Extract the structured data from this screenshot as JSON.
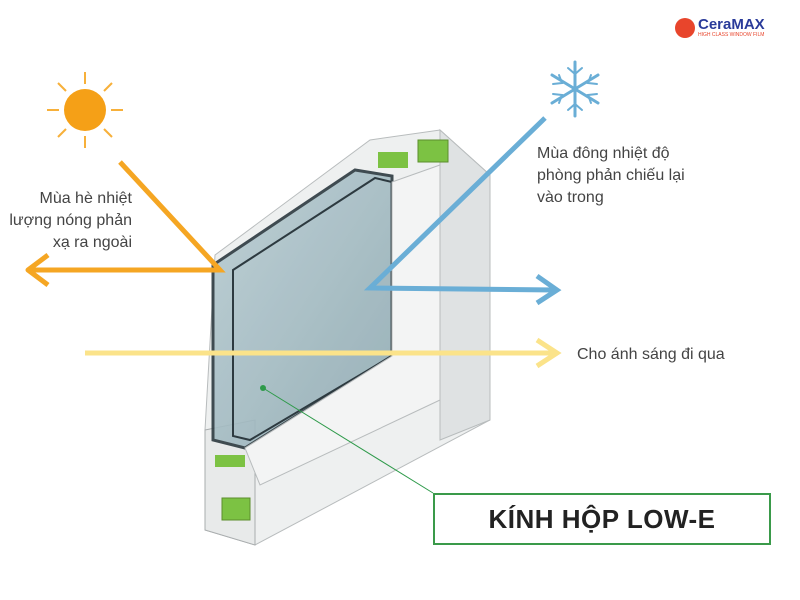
{
  "brand": {
    "name": "CeraMAX",
    "tagline": "HIGH CLASS WINDOW FILM",
    "colors": {
      "red": "#e8452c",
      "blue": "#2a3b9a"
    }
  },
  "annotations": {
    "summer": "Mùa hè nhiệt lượng nóng phản xạ ra ngoài",
    "winter": "Mùa đông nhiệt độ phòng phản chiếu lại vào trong",
    "light": "Cho ánh sáng đi qua"
  },
  "label": "KÍNH HỘP LOW-E",
  "colors": {
    "heat": "#f5a623",
    "cold": "#6aaed6",
    "light": "#fbe38a",
    "label_border": "#3a9a4a"
  },
  "icons": [
    "sun-icon",
    "snowflake-icon"
  ]
}
